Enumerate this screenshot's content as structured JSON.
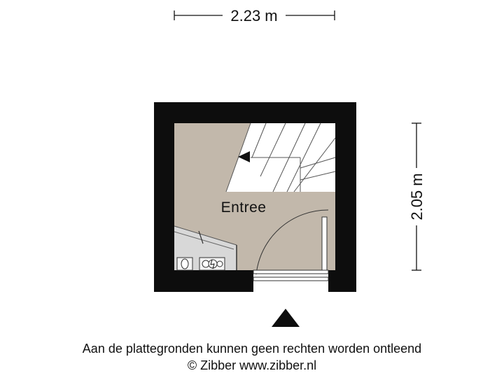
{
  "dimensions": {
    "width_label": "2.23 m",
    "height_label": "2.05 m"
  },
  "rooms": [
    {
      "name": "Entree"
    }
  ],
  "colors": {
    "wall": "#0d0d0d",
    "floor": "#c2b8ab",
    "closet_floor": "#d8d8d8",
    "background": "#ffffff"
  },
  "orientation": "north-arrow-up",
  "footer": {
    "disclaimer": "Aan de plattegronden kunnen geen rechten worden ontleend",
    "copyright": "© Zibber www.zibber.nl"
  }
}
